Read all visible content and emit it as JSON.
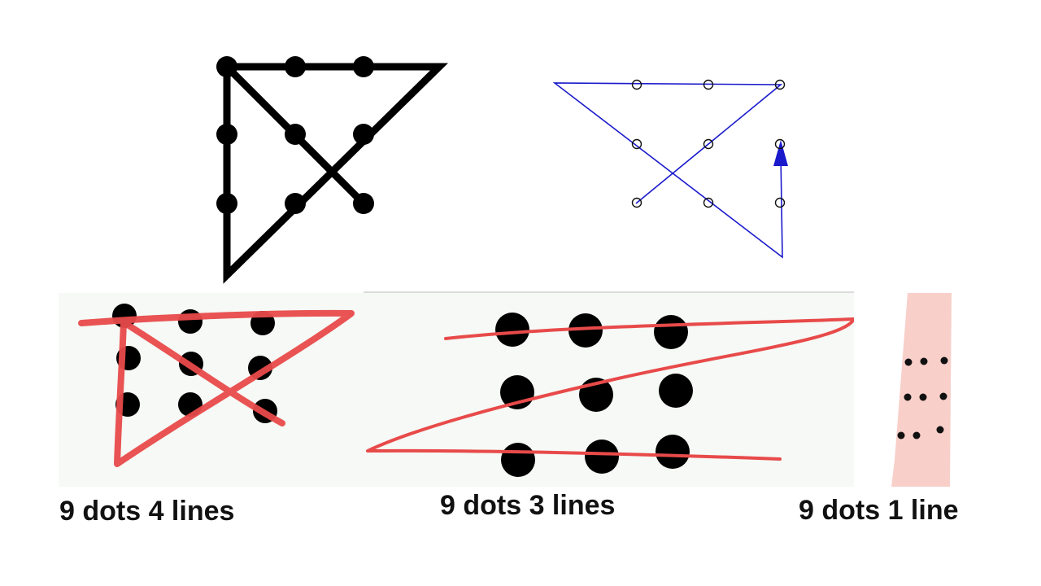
{
  "captions": {
    "four_lines": "9 dots 4 lines",
    "three_lines": "9 dots 3 lines",
    "one_line": "9 dots 1 line"
  },
  "colors": {
    "dot": "#000000",
    "bold_lines": "#000000",
    "blue_lines": "#1a1acc",
    "red_marker": "#e84a4a",
    "panel_bg": "#f6f9f5",
    "pink_strip": "#f8cfc9"
  },
  "puzzle": {
    "grid": "3x3",
    "dot_count": 9
  }
}
